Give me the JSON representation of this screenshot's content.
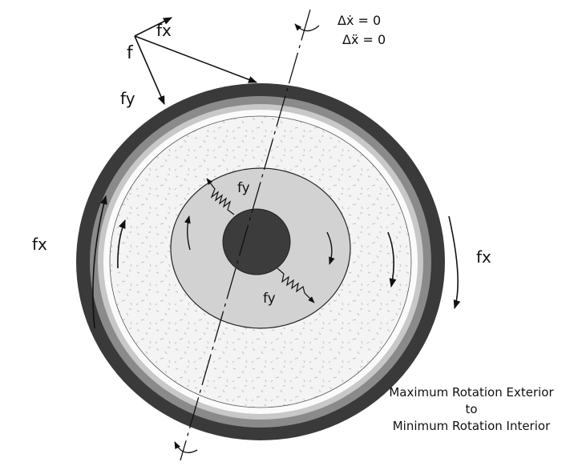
{
  "labels": {
    "force": "f",
    "fx_top": "fx",
    "fy_top": "fy",
    "fx_left": "fx",
    "fx_right": "fx",
    "fy_spring_upper": "fy",
    "fy_spring_lower": "fy",
    "delta_x_dot": "Δẋ = 0",
    "delta_x_ddot": "Δẍ = 0"
  },
  "caption": {
    "line1": "Maximum Rotation Exterior",
    "line2": "to",
    "line3": "Minimum Rotation Interior"
  },
  "colors": {
    "outer_band": "#3a3a3a",
    "mid_band": "#8a8a8a",
    "light_band": "#c8c8c8",
    "inner_disk": "#d2d2d2",
    "hub": "#3c3c3c"
  }
}
